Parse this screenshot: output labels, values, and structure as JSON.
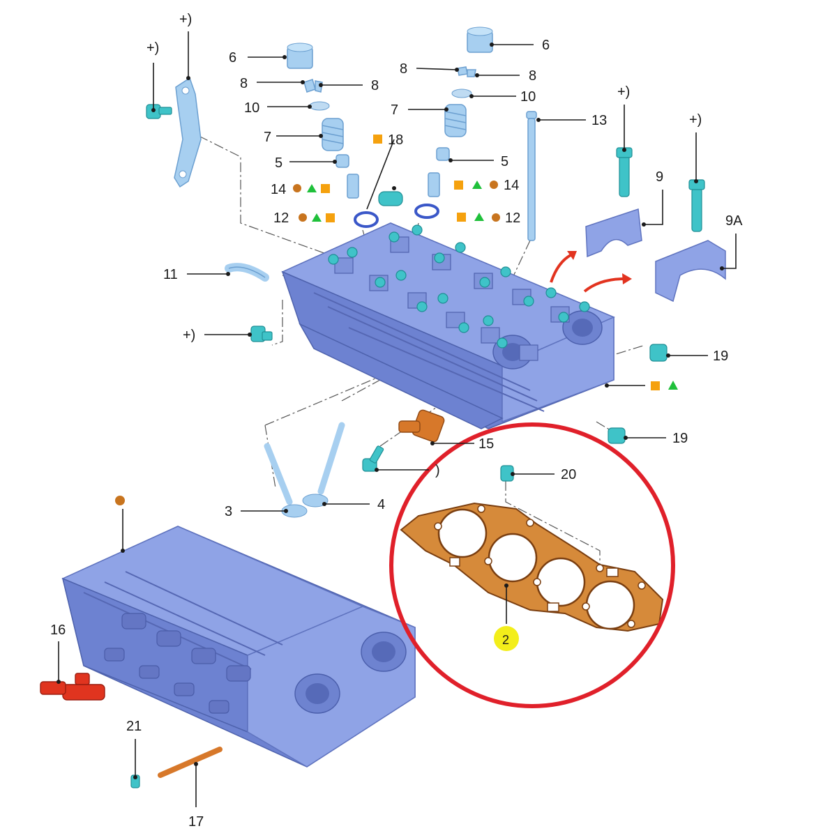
{
  "callouts": {
    "c2": "2",
    "c3": "3",
    "c4": "4",
    "c5a": "5",
    "c5b": "5",
    "c6a": "6",
    "c6b": "6",
    "c7a": "7",
    "c7b": "7",
    "c8a": "8",
    "c8b": "8",
    "c8c": "8",
    "c8d": "8",
    "c9": "9",
    "c9a": "9A",
    "c10a": "10",
    "c10b": "10",
    "c11": "11",
    "c12a": "12",
    "c12b": "12",
    "c13": "13",
    "c14a": "14",
    "c14b": "14",
    "c15": "15",
    "c16": "16",
    "c17": "17",
    "c18": "18",
    "c19a": "19",
    "c19b": "19",
    "c20": "20",
    "c21": "21",
    "plus1": "+)",
    "plus2": "+)",
    "plus3": "+)",
    "plus4": "+)",
    "plus5": "+)",
    "plus6": ")"
  },
  "legend_symbols": {
    "circle_color": "#c8741e",
    "triangle_color": "#1fc03a",
    "square_color": "#f5a10e"
  },
  "colors": {
    "highlight_ring": "#e0202a",
    "highlight_dot": "#f3ee1a",
    "gasket": "#d68a3a",
    "cylinder_head": "#8fa3e6",
    "fastener_teal": "#3fc3c8",
    "arrow_red": "#e2331f"
  }
}
